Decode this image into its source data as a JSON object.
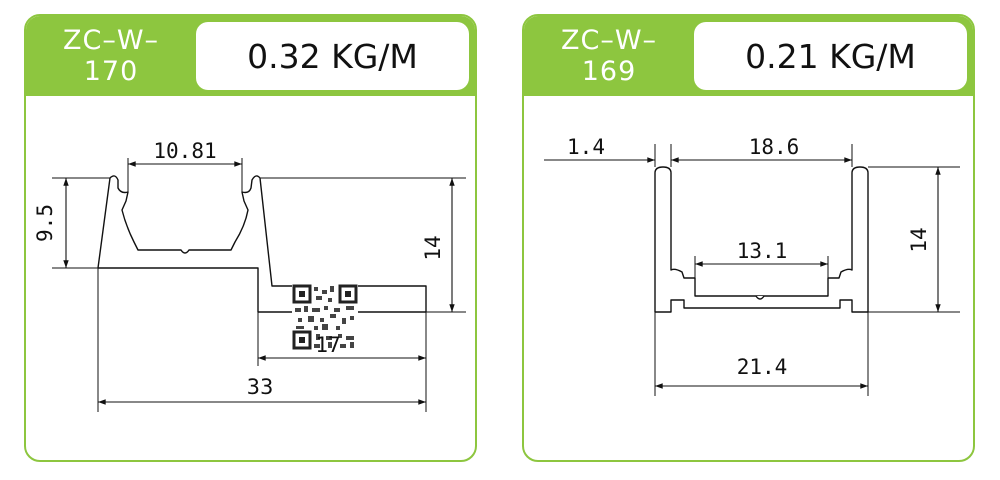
{
  "left": {
    "code_line1": "ZC–W–",
    "code_line2": "170",
    "weight": "0.32 KG/M",
    "dims": {
      "top_width": "10.81",
      "left_height": "9.5",
      "right_height": "14",
      "step_width": "17",
      "total_width": "33"
    }
  },
  "right": {
    "code_line1": "ZC–W–",
    "code_line2": "169",
    "weight": "0.21 KG/M",
    "dims": {
      "wall": "1.4",
      "inner_width": "18.6",
      "channel_width": "13.1",
      "height": "14",
      "total_width": "21.4"
    }
  },
  "colors": {
    "accent": "#8dc63f",
    "line": "#111111"
  },
  "icons": [
    "qr-code-icon",
    "arrowhead-icon"
  ]
}
